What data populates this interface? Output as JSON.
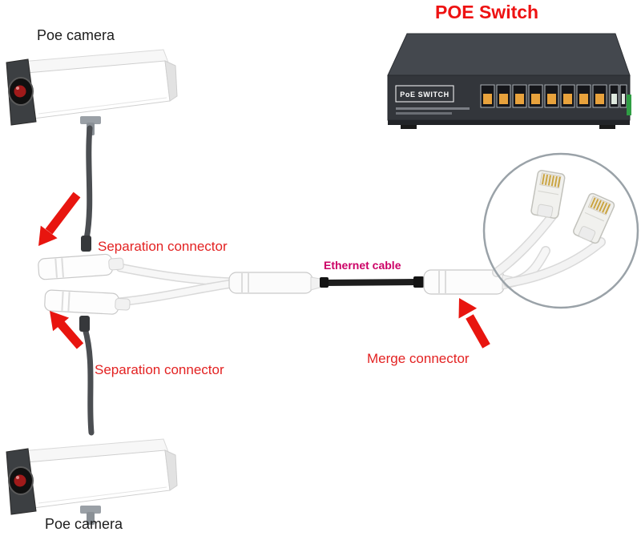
{
  "title": {
    "poe_switch": "POE Switch"
  },
  "labels": {
    "camera_top": "Poe camera",
    "camera_bottom": "Poe camera",
    "separation_connector_top": "Separation connector",
    "separation_connector_bottom": "Separation connector",
    "ethernet_cable": "Ethernet cable",
    "merge_connector": "Merge connector"
  },
  "switch": {
    "front_label": "PoE SWITCH",
    "port_count": 8,
    "uplink_count": 2
  },
  "colors": {
    "label_red": "#e32222",
    "title_red": "#ee1212",
    "magenta": "#cc0066",
    "arrow_red": "#e8150f",
    "port_yellow": "#e8a23c",
    "switch_body": "#33363b"
  }
}
